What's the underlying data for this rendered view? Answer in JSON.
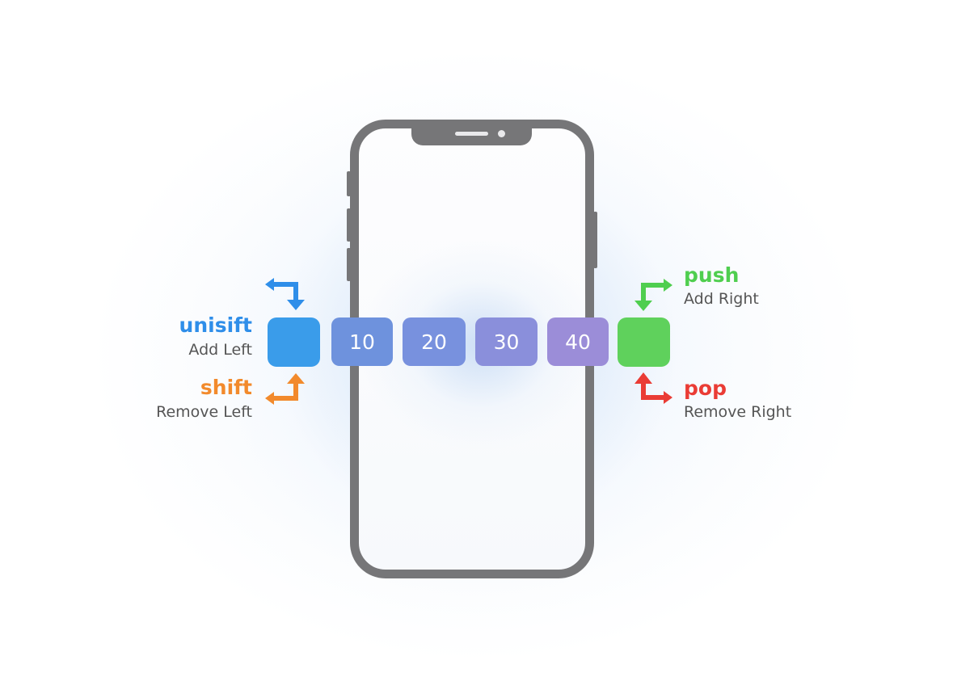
{
  "colors": {
    "unshift": "#2f8ee9",
    "shift": "#f28a2c",
    "push": "#4fce4f",
    "pop": "#ea3c35",
    "phone": "#767678"
  },
  "operations": {
    "unshift": {
      "name": "unisift",
      "desc": "Add Left"
    },
    "shift": {
      "name": "shift",
      "desc": "Remove Left"
    },
    "push": {
      "name": "push",
      "desc": "Add Right"
    },
    "pop": {
      "name": "pop",
      "desc": "Remove Right"
    }
  },
  "array": {
    "items": [
      {
        "value": "10",
        "color": "#6e92dd"
      },
      {
        "value": "20",
        "color": "#7891de"
      },
      {
        "value": "30",
        "color": "#8a8fdb"
      },
      {
        "value": "40",
        "color": "#9b8dd8"
      }
    ]
  },
  "icons": {
    "unshift_arrow": "arrow-down-left-turn-icon",
    "shift_arrow": "arrow-up-left-turn-icon",
    "push_arrow": "arrow-down-right-turn-icon",
    "pop_arrow": "arrow-up-right-turn-icon"
  }
}
